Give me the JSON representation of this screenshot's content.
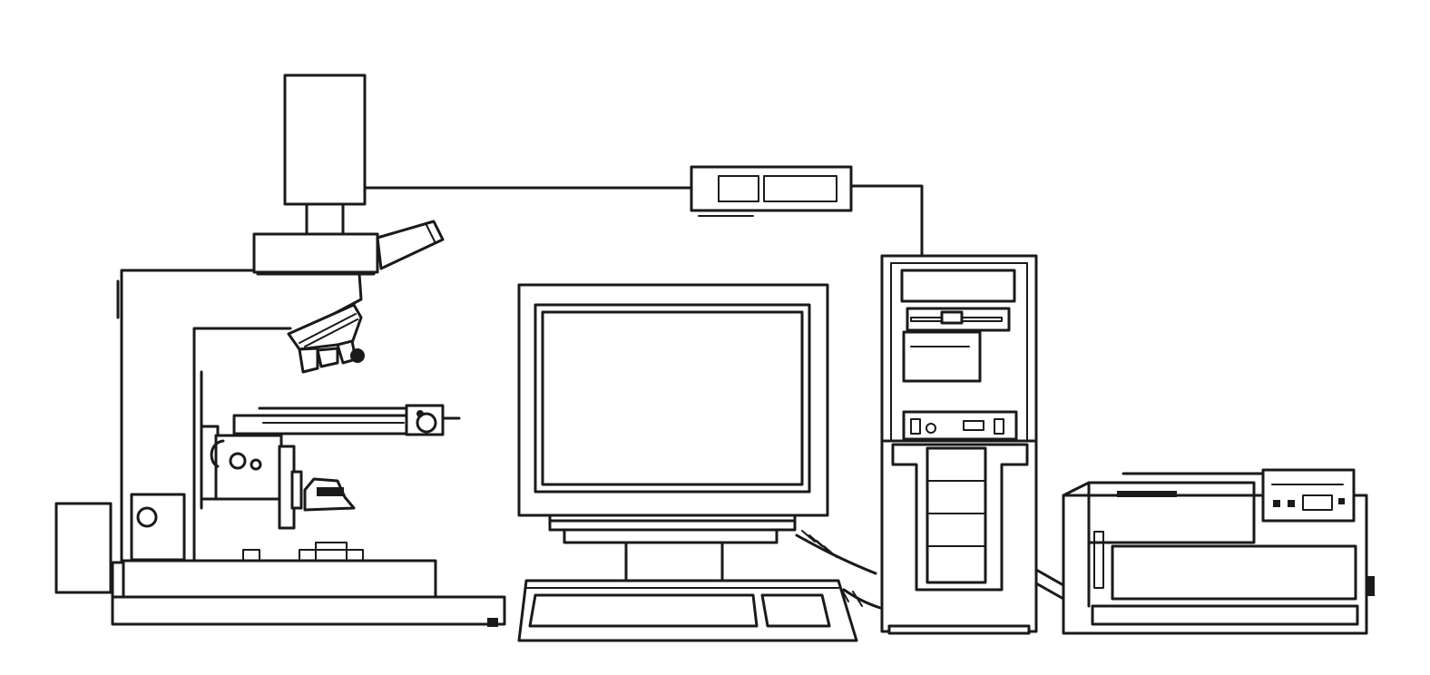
{
  "diagram": {
    "background_color": "#ffffff",
    "line_color": "#1a1a1a",
    "components": [
      {
        "name": "microscope",
        "icon": "microscope-icon"
      },
      {
        "name": "camera",
        "icon": "camera-icon"
      },
      {
        "name": "inline-adapter",
        "icon": "adapter-box-icon"
      },
      {
        "name": "monitor",
        "icon": "monitor-icon"
      },
      {
        "name": "keyboard",
        "icon": "keyboard-icon"
      },
      {
        "name": "computer-tower",
        "icon": "tower-pc-icon"
      },
      {
        "name": "printer",
        "icon": "printer-icon"
      },
      {
        "name": "light-source",
        "icon": "lamp-box-icon"
      }
    ],
    "connections": [
      {
        "from": "camera",
        "to": "inline-adapter"
      },
      {
        "from": "inline-adapter",
        "to": "computer-tower"
      },
      {
        "from": "monitor",
        "to": "computer-tower"
      },
      {
        "from": "computer-tower",
        "to": "printer"
      }
    ]
  }
}
